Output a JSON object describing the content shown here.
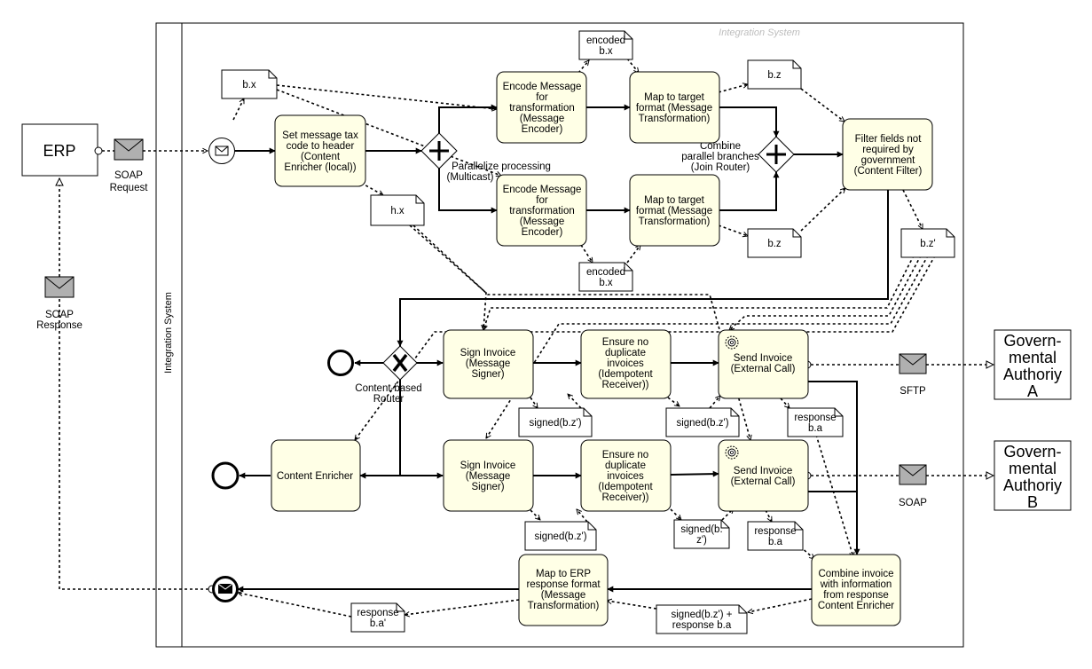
{
  "pool_title": "Integration System",
  "lane_label": "Integration System",
  "erp": {
    "label": "ERP"
  },
  "gov_a": {
    "lines": [
      "Govern-",
      "mental",
      "Authoriy",
      "A"
    ]
  },
  "gov_b": {
    "lines": [
      "Govern-",
      "mental",
      "Authoriy",
      "B"
    ]
  },
  "messages": {
    "soap_request": [
      "SOAP",
      "Request"
    ],
    "soap_response": [
      "SOAP",
      "Response"
    ],
    "sftp": "SFTP",
    "soap": "SOAP"
  },
  "tasks": {
    "set_tax": [
      "Set message tax",
      "code to header",
      "(Content",
      "Enricher (local))"
    ],
    "encode_top": [
      "Encode Message",
      "for",
      "transformation",
      "(Message",
      "Encoder)"
    ],
    "encode_bottom": [
      "Encode Message",
      "for",
      "transformation",
      "(Message",
      "Encoder)"
    ],
    "map_top": [
      "Map to target",
      "format (Message",
      "Transformation)"
    ],
    "map_bottom": [
      "Map to target",
      "format (Message",
      "Transformation)"
    ],
    "filter": [
      "Filter fields not",
      "required by",
      "government",
      "(Content Filter)"
    ],
    "sign_top": [
      "Sign Invoice",
      "(Message",
      "Signer)"
    ],
    "dup_top": [
      "Ensure no",
      "duplicate",
      "invoices",
      "(Idempotent",
      "Receiver))"
    ],
    "send_top": [
      "Send Invoice",
      "(External Call)"
    ],
    "content_enricher": [
      "Content Enricher"
    ],
    "sign_bottom": [
      "Sign Invoice",
      "(Message",
      "Signer)"
    ],
    "dup_bottom": [
      "Ensure no",
      "duplicate",
      "invoices",
      "(Idempotent",
      "Receiver))"
    ],
    "send_bottom": [
      "Send Invoice",
      "(External Call)"
    ],
    "combine": [
      "Combine invoice",
      "with information",
      "from response",
      "Content Enricher"
    ],
    "map_erp": [
      "Map to ERP",
      "response format",
      "(Message",
      "Transformation)"
    ]
  },
  "gateways": {
    "multicast": [
      "Parallelize processing",
      "(Multicast)"
    ],
    "join": [
      "Combine",
      "parallel branches",
      "(Join Router)"
    ],
    "router": [
      "Content-based",
      "Router"
    ]
  },
  "docs": {
    "bx": [
      "b.x"
    ],
    "hx": [
      "h.x"
    ],
    "enc_top": [
      "encoded",
      "b.x"
    ],
    "enc_bottom": [
      "encoded",
      "b.x"
    ],
    "bz_top": [
      "b.z"
    ],
    "bz_bottom": [
      "b.z"
    ],
    "bz_prime": [
      "b.z'"
    ],
    "signed1": [
      "signed(b.z')"
    ],
    "signed2": [
      "signed(b.z')"
    ],
    "resp1": [
      "response",
      "b.a"
    ],
    "signed3": [
      "signed(b.z')"
    ],
    "signed4": [
      "signed(b.",
      "z')"
    ],
    "resp2": [
      "response",
      "b.a"
    ],
    "signed_resp": [
      "signed(b.z') +",
      "response b.a"
    ],
    "resp_final": [
      "response",
      "b.a'"
    ]
  }
}
